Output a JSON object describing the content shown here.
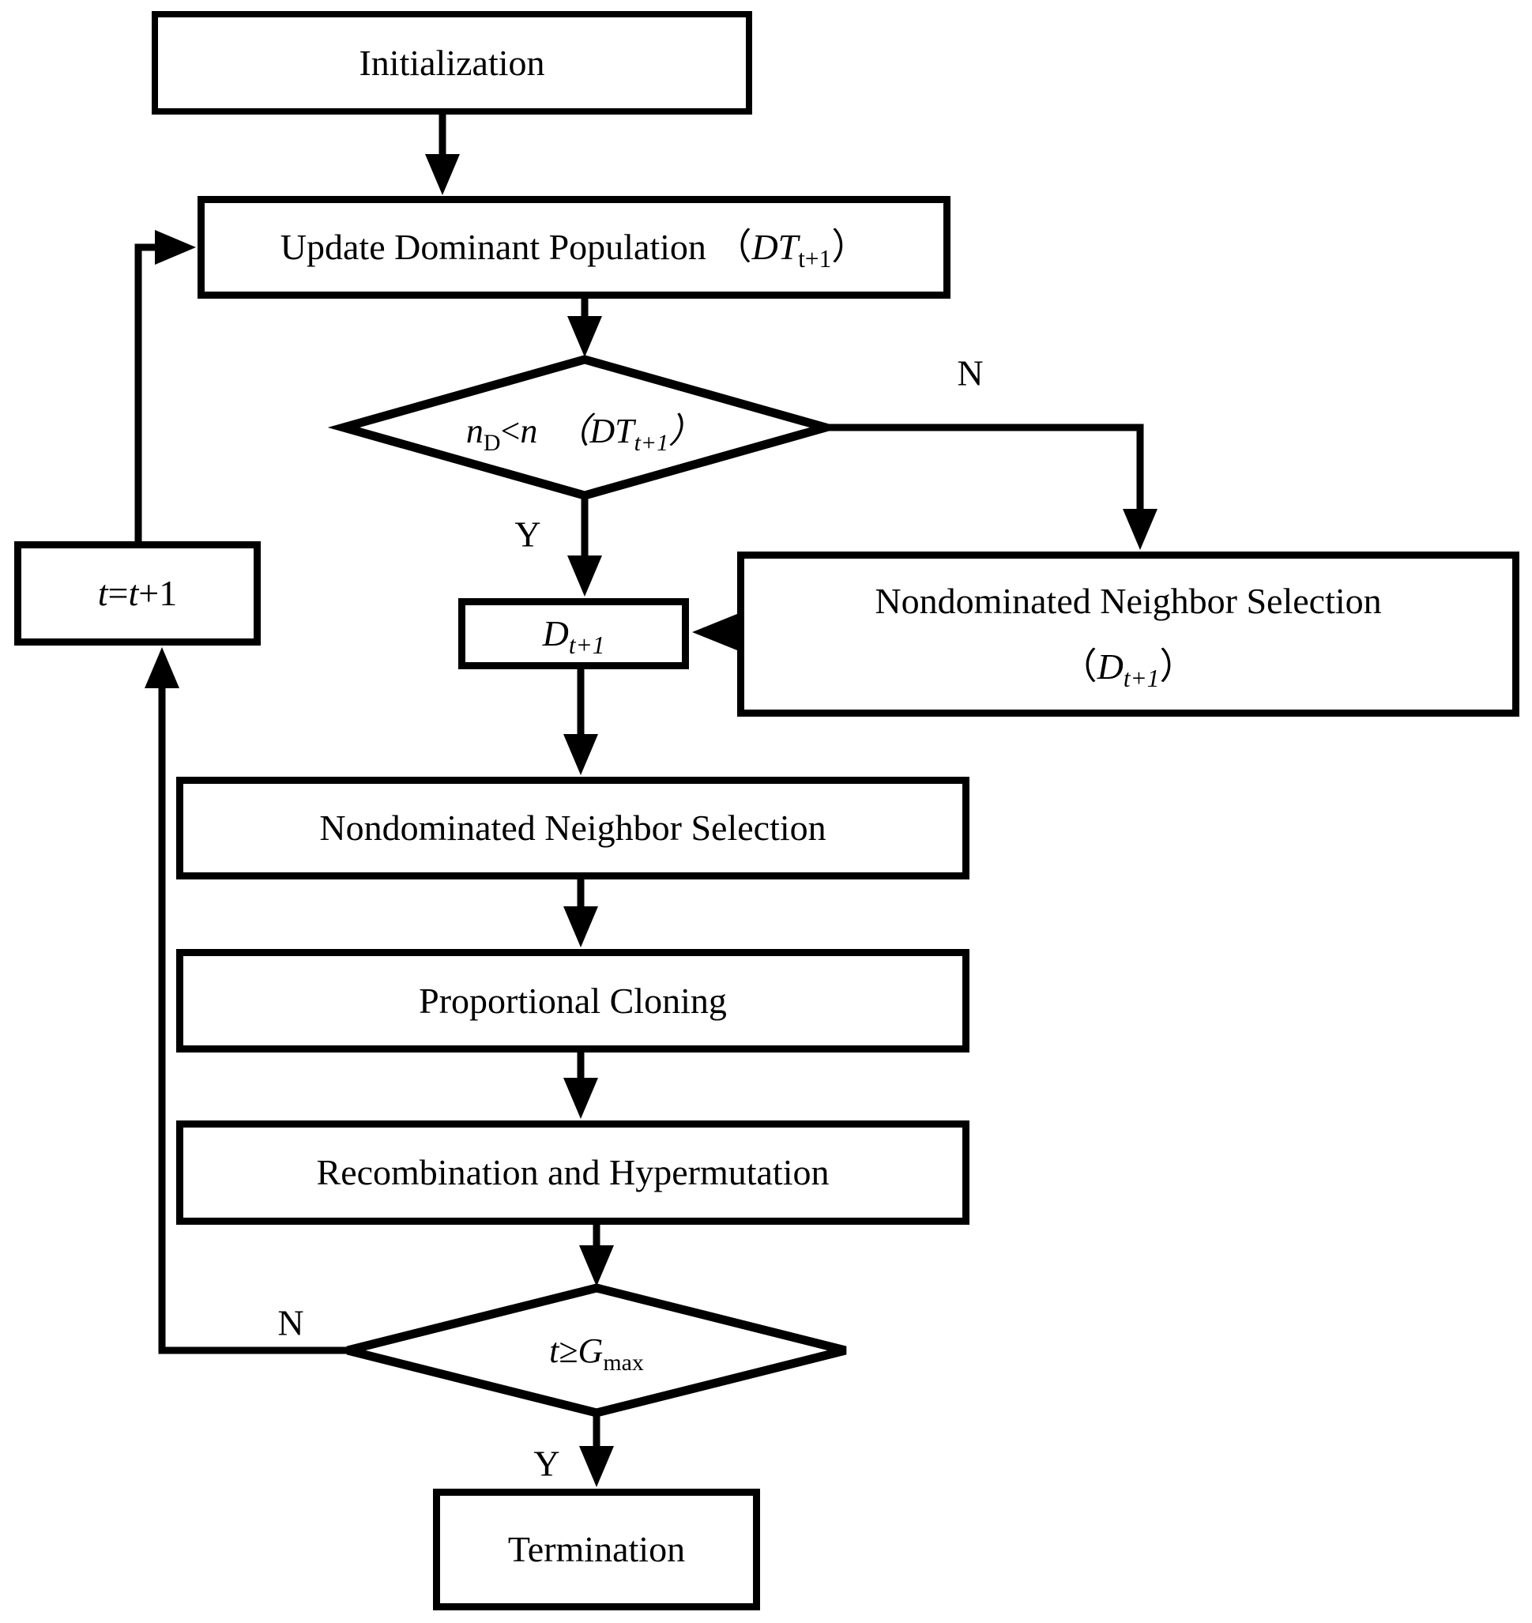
{
  "diagram": {
    "colors": {
      "line": "#000000",
      "background": "#ffffff"
    },
    "nodes": {
      "initialization": {
        "label": "Initialization"
      },
      "update_dominant_population": {
        "segments": [
          {
            "t": "Update Dominant Population "
          },
          {
            "t": "（"
          },
          {
            "t": "DT",
            "i": true
          },
          {
            "t": "t+1",
            "sub": true
          },
          {
            "t": "）"
          }
        ]
      },
      "decision_population_size": {
        "segments": [
          {
            "t": "n",
            "i": true
          },
          {
            "t": "D",
            "sub": true
          },
          {
            "t": "<"
          },
          {
            "t": "n",
            "i": true
          },
          {
            "t": " "
          },
          {
            "t": "（",
            "i": true
          },
          {
            "t": "DT",
            "i": true
          },
          {
            "t": "t+1",
            "sub": true,
            "i": true
          },
          {
            "t": "）",
            "i": true
          }
        ]
      },
      "active_population": {
        "segments": [
          {
            "t": "D",
            "i": true
          },
          {
            "t": "t+1",
            "sub": true,
            "i": true
          }
        ]
      },
      "nondominated_neighbor_selection_alt": {
        "line1": "Nondominated Neighbor Selection",
        "line2_segments": [
          {
            "t": "（"
          },
          {
            "t": "D",
            "i": true
          },
          {
            "t": "t+1",
            "sub": true,
            "i": true
          },
          {
            "t": "）"
          }
        ]
      },
      "nondominated_neighbor_selection": {
        "label": "Nondominated Neighbor Selection"
      },
      "proportional_cloning": {
        "label": "Proportional Cloning"
      },
      "recombination_hypermutation": {
        "label": "Recombination and Hypermutation"
      },
      "decision_termination": {
        "segments": [
          {
            "t": "t",
            "i": true
          },
          {
            "t": "≥"
          },
          {
            "t": "G",
            "i": true
          },
          {
            "t": "max",
            "sub": true
          }
        ]
      },
      "increment_counter": {
        "segments": [
          {
            "t": "t",
            "i": true
          },
          {
            "t": "="
          },
          {
            "t": "t",
            "i": true
          },
          {
            "t": "+1"
          }
        ]
      },
      "termination": {
        "label": "Termination"
      }
    },
    "edge_labels": {
      "decision1_no": "N",
      "decision1_yes": "Y",
      "decision2_no": "N",
      "decision2_yes": "Y"
    }
  }
}
